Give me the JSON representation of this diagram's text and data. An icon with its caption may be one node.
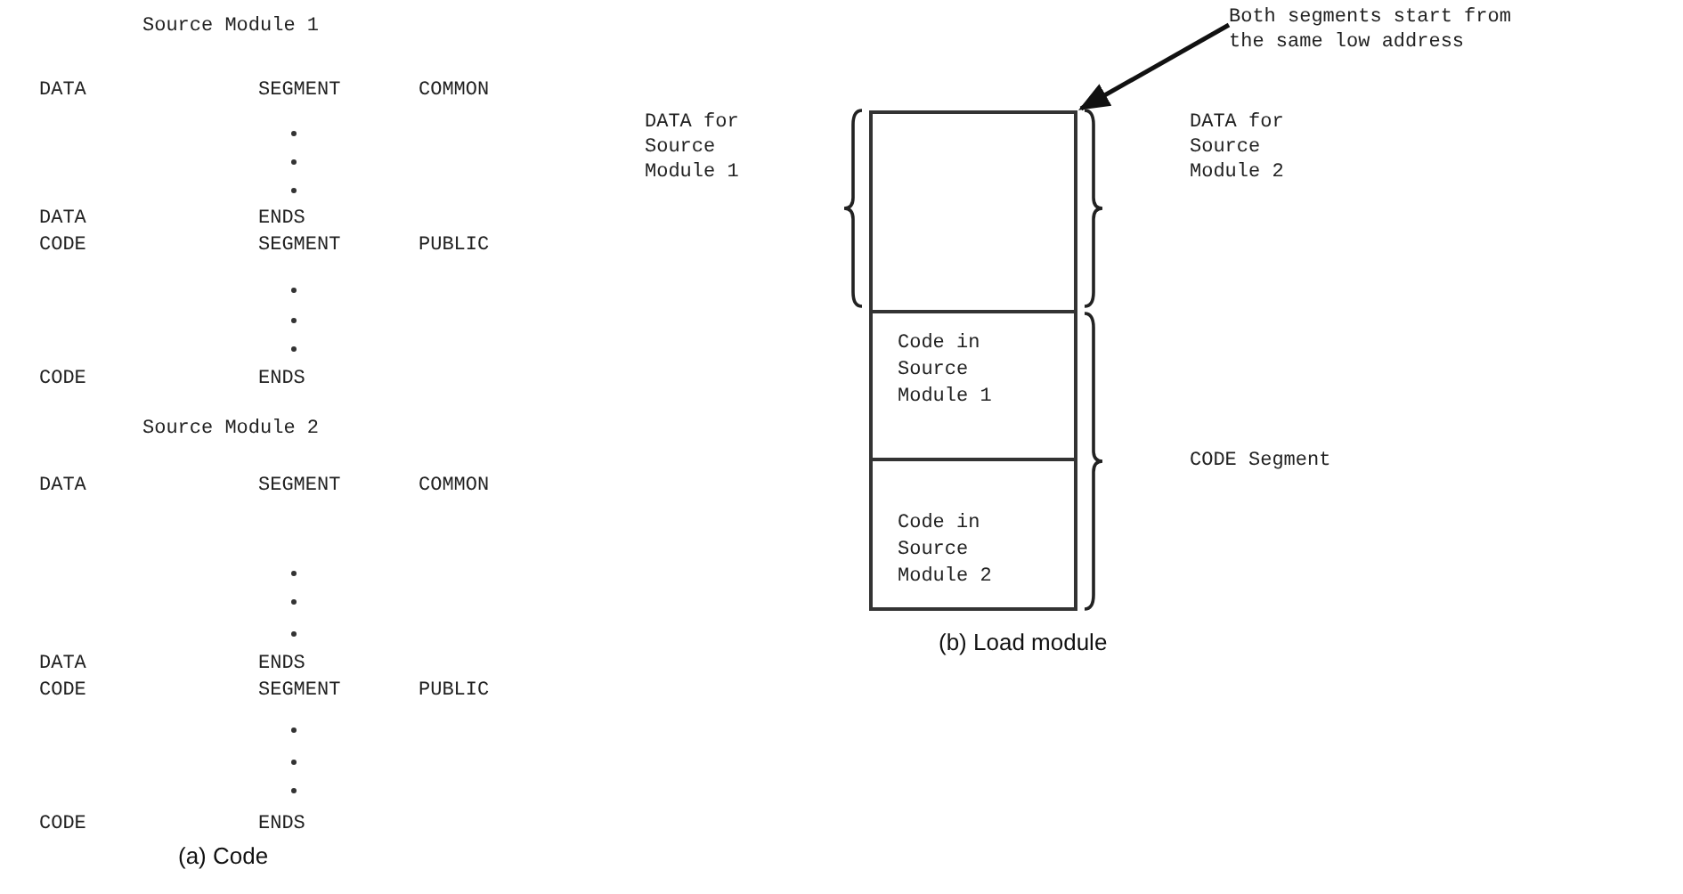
{
  "diagram": {
    "nodes": [
      {
        "text": [
          "Both segments start from the same low address"
        ]
      },
      {
        "text": [],
        "shape": "box"
      },
      {
        "text": [
          "Code in Source Module 1"
        ]
      },
      {
        "text": [
          "Code in Source Module 2"
        ]
      }
    ],
    "edges": [
      {
        "from": 0,
        "to": 1,
        "arrow": "to"
      }
    ],
    "labels": [
      "Source Module 1",
      "DATA",
      "SEGMENT",
      "COMMON",
      "DATA",
      "ENDS",
      "CODE",
      "SEGMENT",
      "PUBLIC",
      "CODE",
      "ENDS",
      "Source Module 2",
      "DATA",
      "SEGMENT",
      "COMMON",
      "DATA",
      "ENDS",
      "CODE",
      "SEGMENT",
      "PUBLIC",
      "CODE",
      "ENDS",
      "(a) Code",
      "DATA for Source Module 1",
      "DATA for Source Module 2",
      "CODE Segment",
      "(b) Load module"
    ]
  }
}
